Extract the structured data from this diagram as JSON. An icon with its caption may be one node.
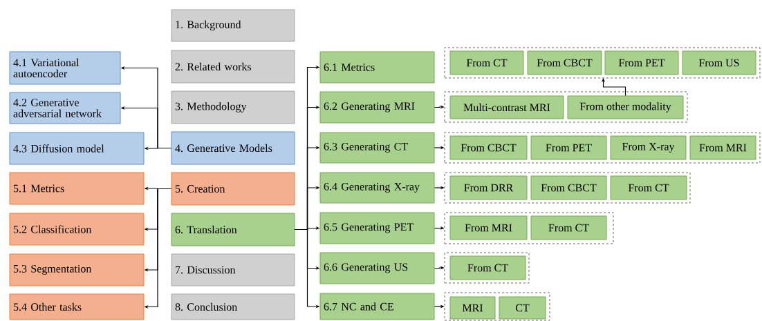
{
  "diagram": {
    "nodes": [
      {
        "text": [
          "1. Background"
        ]
      },
      {
        "text": [
          "2. Related works"
        ]
      },
      {
        "text": [
          "3. Methodology"
        ]
      },
      {
        "text": [
          "4. Generative Models"
        ]
      },
      {
        "text": [
          "4.1 Variational autoencoder"
        ]
      },
      {
        "text": [
          "4.2 Generative adversarial network"
        ]
      },
      {
        "text": [
          "4.3 Diffusion model"
        ]
      },
      {
        "text": [
          "5. Creation"
        ]
      },
      {
        "text": [
          "5.1 Metrics"
        ]
      },
      {
        "text": [
          "5.2 Classification"
        ]
      },
      {
        "text": [
          "5.3 Segmentation"
        ]
      },
      {
        "text": [
          "5.4 Other tasks"
        ]
      },
      {
        "text": [
          "6. Translation"
        ]
      },
      {
        "text": [
          "7. Discussion"
        ]
      },
      {
        "text": [
          "8. Conclusion"
        ]
      },
      {
        "text": [
          "6.1 Metrics"
        ]
      },
      {
        "text": [],
        "shape": "box"
      },
      {
        "text": [
          "From CT"
        ],
        "in": 16
      },
      {
        "text": [
          "From CBCT"
        ],
        "in": 16
      },
      {
        "text": [
          "From PET"
        ],
        "in": 16
      },
      {
        "text": [
          "From US"
        ],
        "in": 16
      },
      {
        "text": [
          "6.2 Generating MRI"
        ]
      },
      {
        "text": [],
        "shape": "box"
      },
      {
        "text": [
          "Multi-contrast MRI"
        ],
        "in": 22
      },
      {
        "text": [
          "From other modality"
        ],
        "in": 22
      },
      {
        "text": [
          "6.3 Generating CT"
        ]
      },
      {
        "text": [],
        "shape": "box"
      },
      {
        "text": [
          "From CBCT"
        ],
        "in": 26
      },
      {
        "text": [
          "From PET"
        ],
        "in": 26
      },
      {
        "text": [
          "From X-ray"
        ],
        "in": 26
      },
      {
        "text": [
          "From MRI"
        ],
        "in": 26
      },
      {
        "text": [
          "6.4 Generating X-ray"
        ]
      },
      {
        "text": [],
        "shape": "box"
      },
      {
        "text": [
          "From DRR"
        ],
        "in": 32
      },
      {
        "text": [
          "From CBCT"
        ],
        "in": 32
      },
      {
        "text": [
          "From CT"
        ],
        "in": 32
      },
      {
        "text": [
          "6.5 Generating PET"
        ]
      },
      {
        "text": [],
        "shape": "box"
      },
      {
        "text": [
          "From MRI"
        ],
        "in": 37
      },
      {
        "text": [
          "From CT"
        ],
        "in": 37
      },
      {
        "text": [
          "6.6 Generating US"
        ]
      },
      {
        "text": [],
        "shape": "box"
      },
      {
        "text": [
          "From CT"
        ],
        "in": 41
      },
      {
        "text": [
          "6.7 NC and CE"
        ]
      },
      {
        "text": [],
        "shape": "box"
      },
      {
        "text": [
          "MRI"
        ],
        "in": 44
      },
      {
        "text": [
          "CT"
        ],
        "in": 44
      }
    ],
    "edges": [
      {
        "from": 3,
        "to": 4,
        "arrow": "to"
      },
      {
        "from": 3,
        "to": 5,
        "arrow": "to"
      },
      {
        "from": 3,
        "to": 6,
        "arrow": "to"
      },
      {
        "from": 7,
        "to": 8,
        "arrow": "to"
      },
      {
        "from": 7,
        "to": 9,
        "arrow": "to"
      },
      {
        "from": 7,
        "to": 10,
        "arrow": "to"
      },
      {
        "from": 7,
        "to": 11,
        "arrow": "to"
      },
      {
        "from": 12,
        "to": 15,
        "arrow": "to"
      },
      {
        "from": 12,
        "to": 21,
        "arrow": "to"
      },
      {
        "from": 12,
        "to": 25,
        "arrow": "to"
      },
      {
        "from": 12,
        "to": 31,
        "arrow": "to"
      },
      {
        "from": 12,
        "to": 36,
        "arrow": "to"
      },
      {
        "from": 12,
        "to": 40,
        "arrow": "to"
      },
      {
        "from": 12,
        "to": 43,
        "arrow": "to"
      },
      {
        "from": 21,
        "to": 22,
        "arrow": "to"
      },
      {
        "from": 25,
        "to": 26,
        "arrow": "to"
      },
      {
        "from": 31,
        "to": 32,
        "arrow": "to"
      },
      {
        "from": 36,
        "to": 37,
        "arrow": "to"
      },
      {
        "from": 40,
        "to": 41,
        "arrow": "to"
      },
      {
        "from": 43,
        "to": 44,
        "arrow": "to"
      },
      {
        "from": 24,
        "to": 16,
        "arrow": "to"
      }
    ]
  }
}
